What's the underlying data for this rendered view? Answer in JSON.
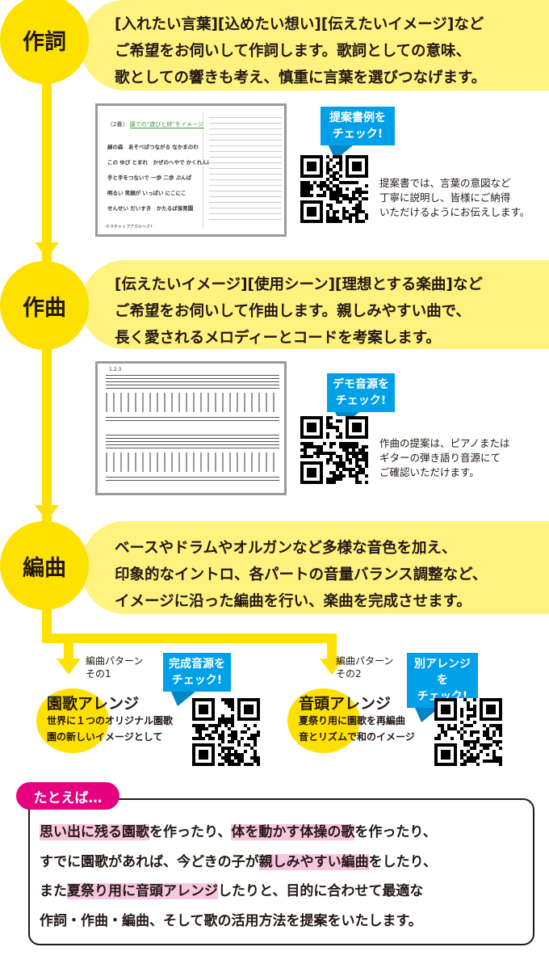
{
  "steps": [
    {
      "label": "作詞",
      "lines": [
        "[入れたい言葉][込めたい想い][伝えたいイメージ]など",
        "ご希望をお伺いして作詞します。歌詞としての意味、",
        "歌としての響きも考え、慎重に言葉を選びつなげます。"
      ]
    },
    {
      "label": "作曲",
      "lines": [
        "[伝えたいイメージ][使用シーン][理想とする楽曲]など",
        "ご希望をお伺いして作曲します。親しみやすい曲で、",
        "長く愛されるメロディーとコードを考案します。"
      ]
    },
    {
      "label": "編曲",
      "lines": [
        "ベースやドラムやオルガンなど多様な音色を加え、",
        "印象的なイントロ、各パートの音量バランス調整など、",
        "イメージに沿った編曲を行い、楽曲を完成させます。"
      ]
    }
  ],
  "lyric_doc": {
    "heading": "〈2番〉",
    "theme": "園での“遊びと絆”をイメージ",
    "lyrics": [
      "緑の森　あそべばつながる なかまのわ",
      "この ゆび とまれ　かぜのへやで かくれんぼ",
      "手と手をつないで 一歩 二歩 ぷんぱ",
      "明るい 笑顔が いっぱい にこにこ",
      "せんせい だいすき　かたるぱ保育園"
    ],
    "credit": "©ラチャップアカル〜ズ?"
  },
  "score_doc": {
    "mark": "1.2.3"
  },
  "callouts": [
    "提案書例を\nチェック!",
    "デモ音源を\nチェック!",
    "完成音源を\nチェック!",
    "別アレンジを\nチェック!"
  ],
  "callout_lines": [
    [
      "提案書例を",
      "チェック!"
    ],
    [
      "デモ音源を",
      "チェック!"
    ],
    [
      "完成音源を",
      "チェック!"
    ],
    [
      "別アレンジを",
      "チェック!"
    ]
  ],
  "descs": [
    [
      "提案書では、言葉の意図など",
      "丁寧に説明し、皆様にご納得",
      "いただけるようにお伝えします。"
    ],
    [
      "作曲の提案は、ピアノまたは",
      "ギターの弾き語り音源にて",
      "ご確認いただけます。"
    ]
  ],
  "patterns": [
    {
      "label": [
        "編曲パターン",
        "その1"
      ],
      "title": "園歌アレンジ",
      "desc": [
        "世界に１つのオリジナル園歌",
        "園の新しいイメージとして"
      ]
    },
    {
      "label": [
        "編曲パターン",
        "その2"
      ],
      "title": "音頭アレンジ",
      "desc": [
        "夏祭り用に園歌を再編曲",
        "音とリズムで和のイメージ"
      ]
    }
  ],
  "example": {
    "tag": "たとえば…",
    "lines": [
      [
        {
          "t": "思い出に残る園歌",
          "h": true
        },
        {
          "t": "を作ったり、"
        },
        {
          "t": "体を動かす体操の歌",
          "h": true
        },
        {
          "t": "を作ったり、"
        }
      ],
      [
        {
          "t": "すでに園歌があれば、今どきの子が"
        },
        {
          "t": "親しみやすい編曲",
          "h": true
        },
        {
          "t": "をしたり、"
        }
      ],
      [
        {
          "t": "また"
        },
        {
          "t": "夏祭り用に音頭アレンジ",
          "h": true
        },
        {
          "t": "したりと、目的に合わせて最適な"
        }
      ],
      [
        {
          "t": "作詞・作曲・編曲、そして歌の活用方法を提案をいたします。"
        }
      ]
    ]
  },
  "colors": {
    "yellow": "#FFE100",
    "light_yellow": "#FFF27F",
    "blue": "#00A0E9",
    "pink": "#E5007F"
  }
}
